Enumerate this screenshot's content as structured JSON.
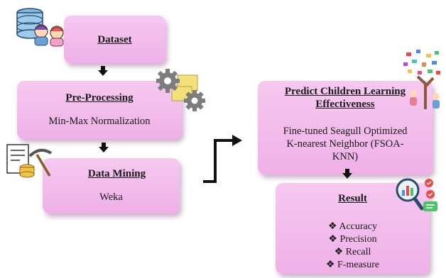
{
  "boxes": {
    "dataset": {
      "title": "Dataset"
    },
    "preprocessing": {
      "title": "Pre-Processing",
      "text": "Min-Max Normalization"
    },
    "datamining": {
      "title": "Data Mining",
      "text": "Weka"
    },
    "predict": {
      "title_line1": "Predict Children Learning",
      "title_line2": "Effectiveness",
      "text_line1": "Fine-tuned Seagull Optimized",
      "text_line2": "K-nearest Neighbor (FSOA-",
      "text_line3": "KNN)"
    },
    "result": {
      "title": "Result",
      "metrics": [
        "Accuracy",
        "Precision",
        "Recall",
        "F-measure"
      ],
      "bullet": "❖"
    }
  },
  "icons": {
    "dataset": "database-people-icon",
    "preprocessing": "gears-icon",
    "datamining": "document-pickaxe-icon",
    "predict": "learning-tree-icon",
    "result": "magnifier-chart-icon"
  },
  "colors": {
    "box_fill": "#f3bdec",
    "arrow": "#111111"
  }
}
